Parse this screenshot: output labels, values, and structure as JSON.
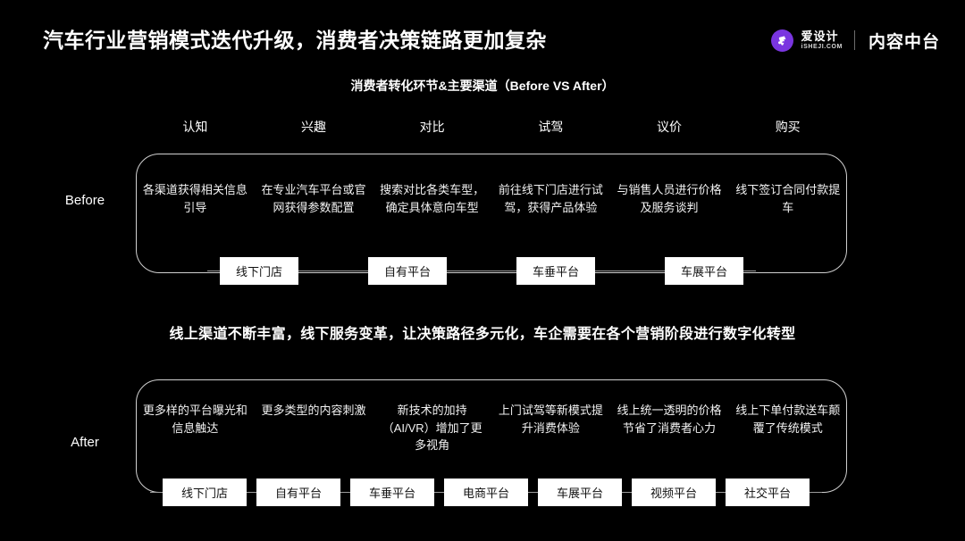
{
  "header": {
    "title": "汽车行业营销模式迭代升级，消费者决策链路更加复杂",
    "brand": {
      "mark_icon": "a-logo-icon",
      "name_cn": "爱设计",
      "name_en": "iSHEJI.COM",
      "product": "内容中台",
      "accent_color": "#7A35E0"
    }
  },
  "subtitle": "消费者转化环节&主要渠道（Before VS After）",
  "stages": [
    {
      "label": "认知"
    },
    {
      "label": "兴趣"
    },
    {
      "label": "对比"
    },
    {
      "label": "试驾"
    },
    {
      "label": "议价"
    },
    {
      "label": "购买"
    }
  ],
  "rows": {
    "before": {
      "label": "Before",
      "descriptions": [
        "各渠道获得相关信息引导",
        "在专业汽车平台或官网获得参数配置",
        "搜索对比各类车型，确定具体意向车型",
        "前往线下门店进行试驾，获得产品体验",
        "与销售人员进行价格及服务谈判",
        "线下签订合同付款提车"
      ],
      "channels": [
        "线下门店",
        "自有平台",
        "车垂平台",
        "车展平台"
      ]
    },
    "after": {
      "label": "After",
      "descriptions": [
        "更多样的平台曝光和信息触达",
        "更多类型的内容刺激",
        "新技术的加持（AI/VR）增加了更多视角",
        "上门试驾等新模式提升消费体验",
        "线上统一透明的价格节省了消费者心力",
        "线上下单付款送车颠覆了传统模式"
      ],
      "channels": [
        "线下门店",
        "自有平台",
        "车垂平台",
        "电商平台",
        "车展平台",
        "视频平台",
        "社交平台"
      ]
    }
  },
  "statement": "线上渠道不断丰富，线下服务变革，让决策路径多元化，车企需要在各个营销阶段进行数字化转型",
  "colors": {
    "background": "#000000",
    "text": "#FFFFFF",
    "chip_background": "#FFFFFF",
    "chip_text": "#111111",
    "panel_border": "#D0D0D0",
    "connector": "#9B9B9B"
  }
}
